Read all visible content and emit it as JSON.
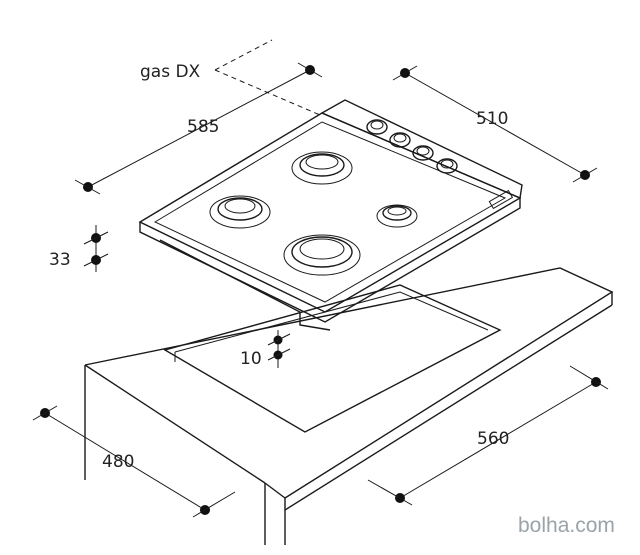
{
  "diagram": {
    "labels": {
      "gas_connection": "gas DX",
      "hob_depth": "585",
      "hob_width": "510",
      "hob_height": "33",
      "flange": "10",
      "cutout_depth": "480",
      "cutout_width": "560"
    },
    "watermark": "bolha.com",
    "colors": {
      "line": "#1a1a1a",
      "text": "#222222",
      "watermark": "#9aa3a8"
    }
  }
}
